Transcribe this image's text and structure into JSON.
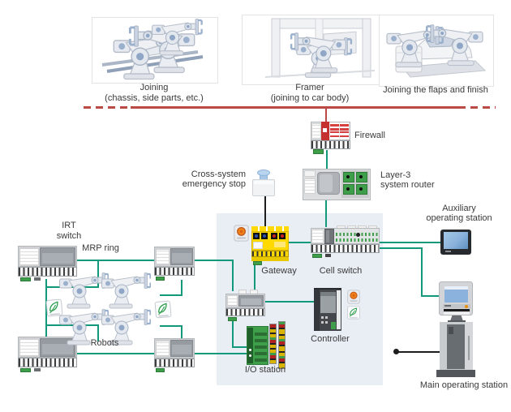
{
  "photos": [
    {
      "line1": "Joining",
      "line2": "(chassis, side parts, etc.)"
    },
    {
      "line1": "Framer",
      "line2": "(joining to car body)"
    },
    {
      "line1": "Joining the flaps and finish"
    }
  ],
  "labels": {
    "firewall": "Firewall",
    "router1": "Layer-3",
    "router2": "system router",
    "estop1": "Cross-system",
    "estop2": "emergency stop",
    "gateway": "Gateway",
    "cell_switch": "Cell switch",
    "irt1": "IRT",
    "irt2": "switch",
    "mrp_ring": "MRP ring",
    "robots": "Robots",
    "controller": "Controller",
    "io_station": "I/O station",
    "aux1": "Auxiliary",
    "aux2": "operating station",
    "main": "Main operating station"
  },
  "colors": {
    "bus_red": "#bb4a47",
    "link_teal": "#12997b",
    "line_black": "#1d1d1d",
    "panel_blue": "#e9eef5",
    "gateway_yellow": "#ffd900",
    "device_green": "#3f9e4a",
    "screen_blue": "#8ab2dc"
  }
}
